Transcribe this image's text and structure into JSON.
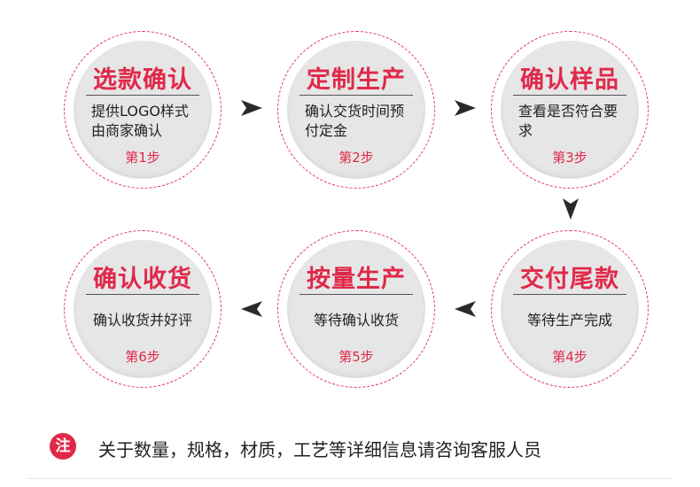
{
  "steps": [
    {
      "title": "选款确认",
      "desc": "提供LOGO样式由商家确认",
      "num": "第1步"
    },
    {
      "title": "定制生产",
      "desc": "确认交货时间预付定金",
      "num": "第2步"
    },
    {
      "title": "确认样品",
      "desc": "查看是否符合要求",
      "num": "第3步"
    },
    {
      "title": "交付尾款",
      "desc": "等待生产完成",
      "num": "第4步"
    },
    {
      "title": "按量生产",
      "desc": "等待确认收货",
      "num": "第5步"
    },
    {
      "title": "确认收货",
      "desc": "确认收货并好评",
      "num": "第6步"
    }
  ],
  "note": {
    "badge": "注",
    "text": "关于数量，规格，材质，工艺等详细信息请咨询客服人员"
  },
  "colors": {
    "accent": "#e0294a",
    "circle": "#e6e6e6",
    "arrow": "#2a2a2a"
  }
}
